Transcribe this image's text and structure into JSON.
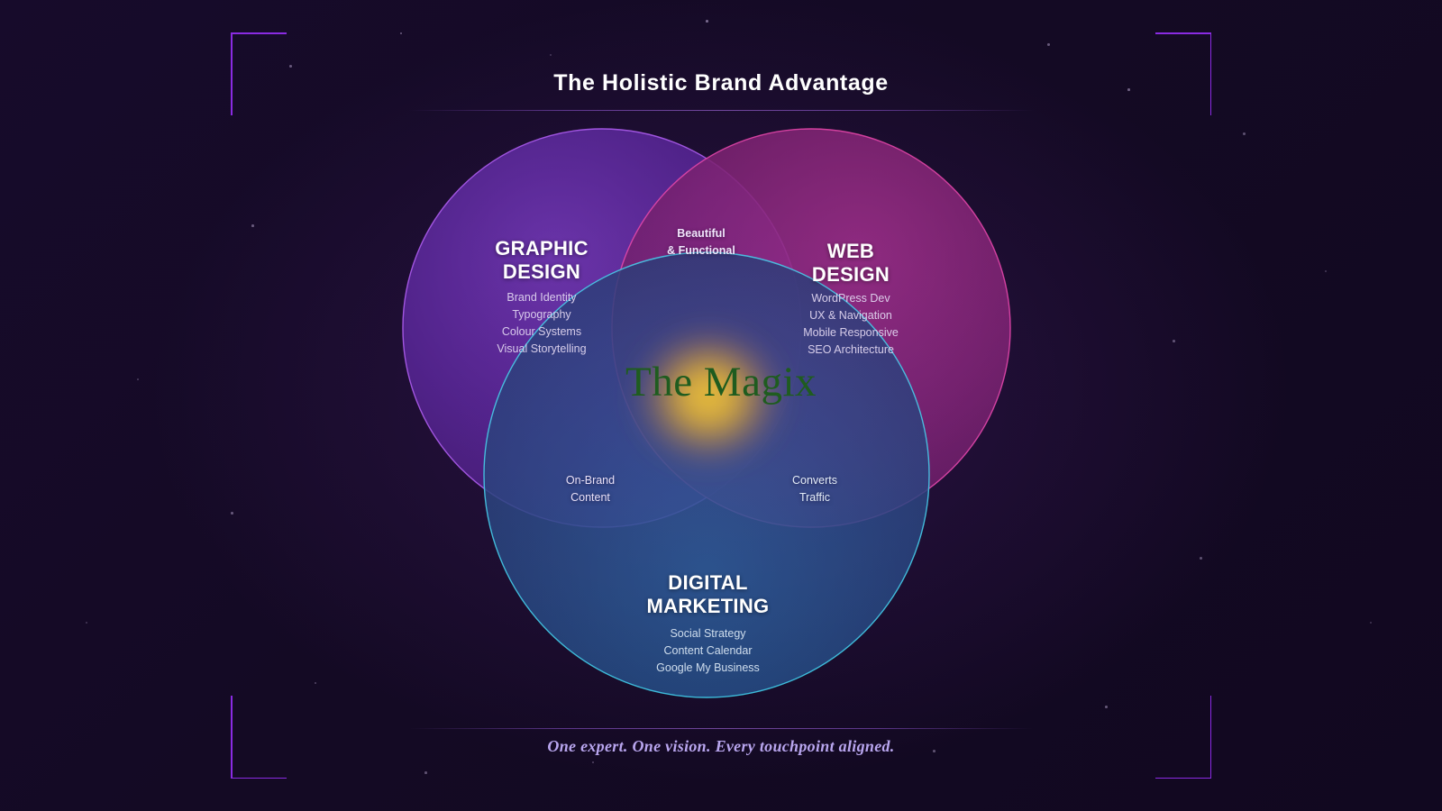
{
  "header": {
    "title": "The Holistic Brand Advantage"
  },
  "footer": {
    "tagline": "One expert. One vision. Every touchpoint aligned."
  },
  "core": {
    "label": "The Magix",
    "color": "#1f5c1f",
    "glow_color": "#e8b532"
  },
  "diagram": {
    "type": "venn",
    "circles": [
      {
        "id": "graphic-design",
        "title_line1": "GRAPHIC",
        "title_line2": "DESIGN",
        "stroke": "#9b4fe0",
        "fill": "#3a1466",
        "items": [
          "Brand Identity",
          "Typography",
          "Colour Systems",
          "Visual Storytelling"
        ]
      },
      {
        "id": "web-design",
        "title_line1": "WEB",
        "title_line2": "DESIGN",
        "stroke": "#d6398f",
        "fill": "#5a1348",
        "items": [
          "WordPress Dev",
          "UX & Navigation",
          "Mobile Responsive",
          "SEO Architecture"
        ]
      },
      {
        "id": "digital-marketing",
        "title_line1": "DIGITAL",
        "title_line2": "MARKETING",
        "stroke": "#2bc4e0",
        "fill": "#103a5c",
        "items": [
          "Social Strategy",
          "Content Calendar",
          "Google My Business"
        ]
      }
    ],
    "intersections": [
      {
        "id": "top",
        "line1": "Beautiful",
        "line2": "& Functional"
      },
      {
        "id": "left",
        "line1": "On-Brand",
        "line2": "Content"
      },
      {
        "id": "right",
        "line1": "Converts",
        "line2": "Traffic"
      }
    ]
  },
  "decor": {
    "bracket_color": "#8a2be2",
    "background_color": "#140a26"
  }
}
